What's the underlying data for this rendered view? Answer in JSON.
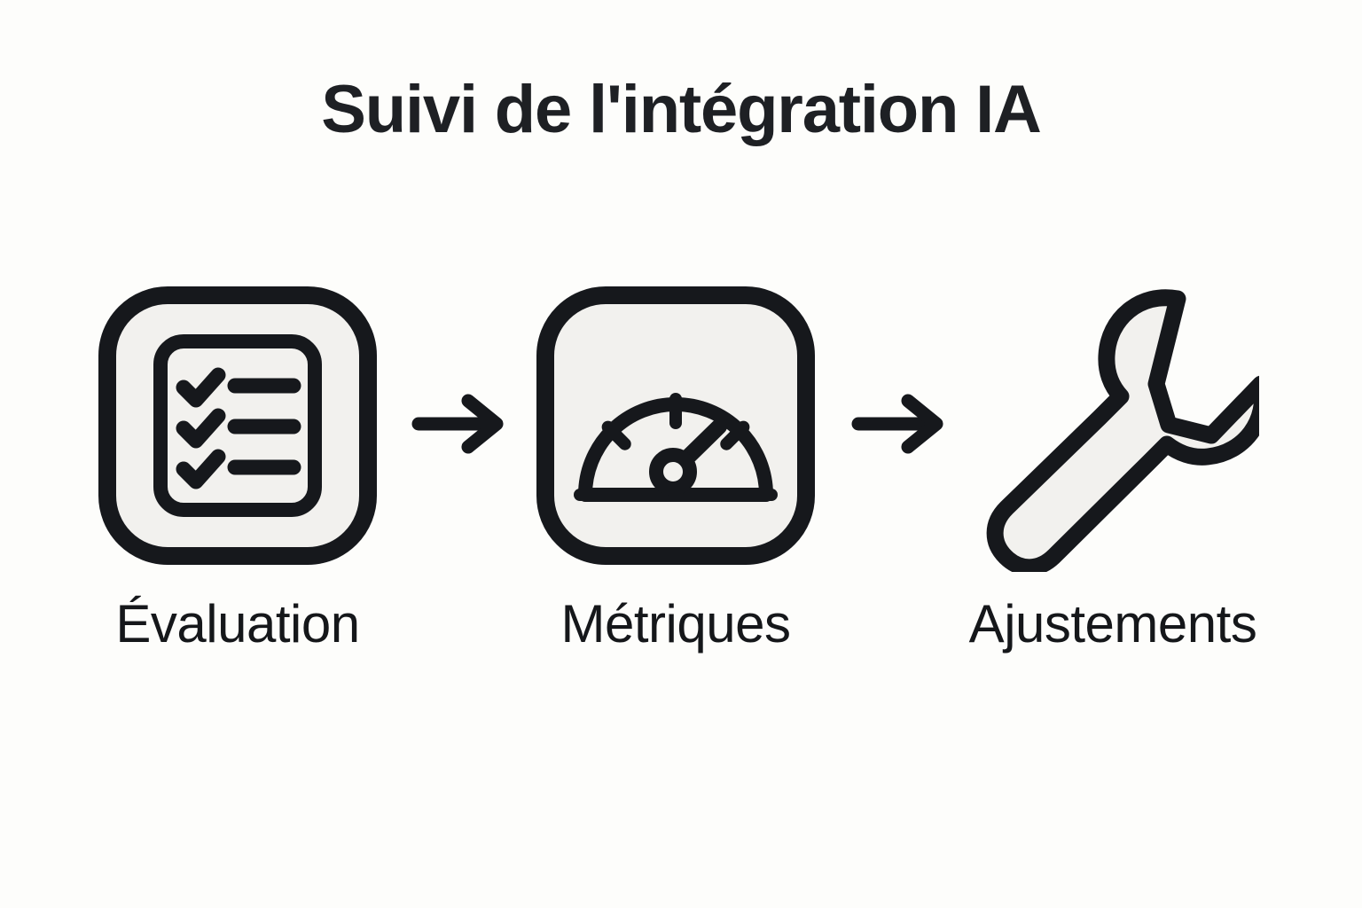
{
  "page": {
    "background_color": "#FDFDFB",
    "title": "Suivi de l'intégration IA"
  },
  "colors": {
    "background": "#FDFDFB",
    "stroke": "#16181C",
    "icon_fill": "#F2F1EE",
    "title_text": "#1E2024",
    "label_text": "#15171A"
  },
  "flow": {
    "steps": [
      {
        "id": "evaluation",
        "label": "Évaluation",
        "icon": "checklist-icon",
        "has_container_box": true
      },
      {
        "id": "metriques",
        "label": "Métriques",
        "icon": "gauge-icon",
        "has_container_box": true
      },
      {
        "id": "ajustements",
        "label": "Ajustements",
        "icon": "wrench-icon",
        "has_container_box": false
      }
    ],
    "connectors": [
      {
        "id": "connector-1",
        "icon": "arrow-right-icon"
      },
      {
        "id": "connector-2",
        "icon": "arrow-right-icon"
      }
    ]
  }
}
